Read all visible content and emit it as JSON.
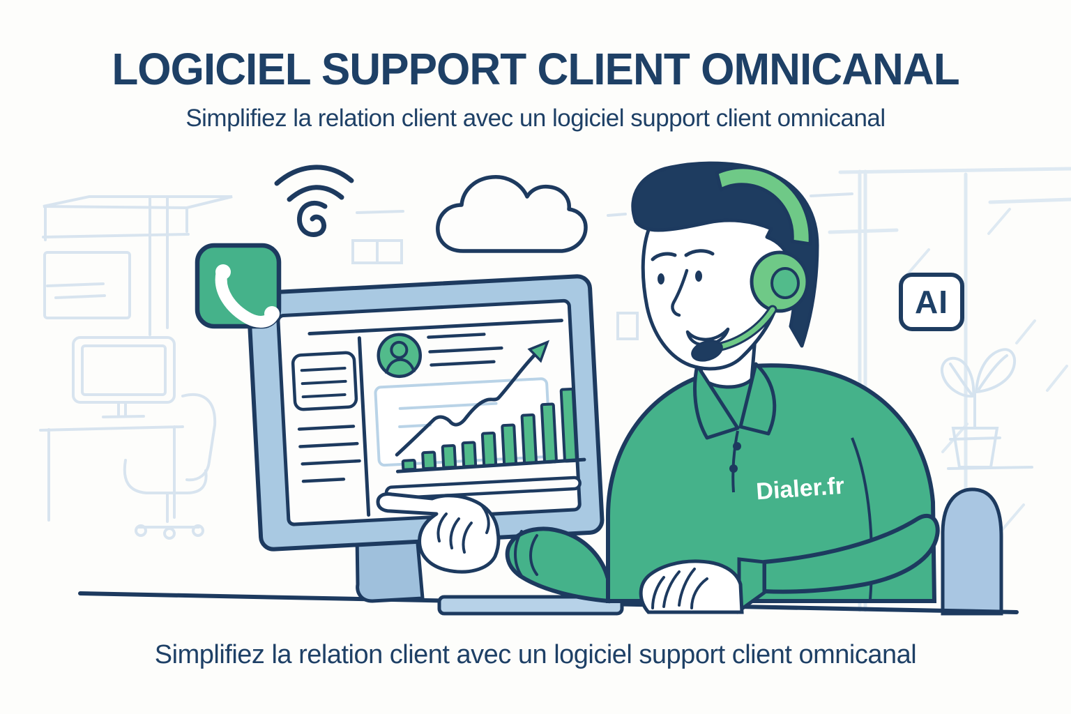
{
  "header": {
    "title": "LOGICIEL SUPPORT CLIENT OMNICANAL",
    "subtitle": "Simplifiez la relation client avec un logiciel support client omnicanal"
  },
  "footer": {
    "caption": "Simplifiez la relation client avec un logiciel support client omnicanal"
  },
  "illustration": {
    "shirt_logo": "Dialer.fr",
    "ai_badge_label": "AI",
    "colors": {
      "navy": "#1d3a5f",
      "text_navy": "#1e4066",
      "green": "#45b28a",
      "green_light": "#6fc987",
      "green_accent": "#52bb8b",
      "monitor_blue": "#a9c9e2",
      "stand_blue": "#9fc0dc",
      "base_blue": "#b7d2e8",
      "chair_blue": "#a9c6e2",
      "sketch_blue": "#d8e4ef",
      "white": "#ffffff"
    },
    "dashboard_chart": {
      "type": "bar",
      "values": [
        13,
        23,
        31,
        34,
        46,
        56,
        69,
        83,
        103
      ],
      "trend": "up",
      "bar_color": "#52bb8b"
    }
  }
}
